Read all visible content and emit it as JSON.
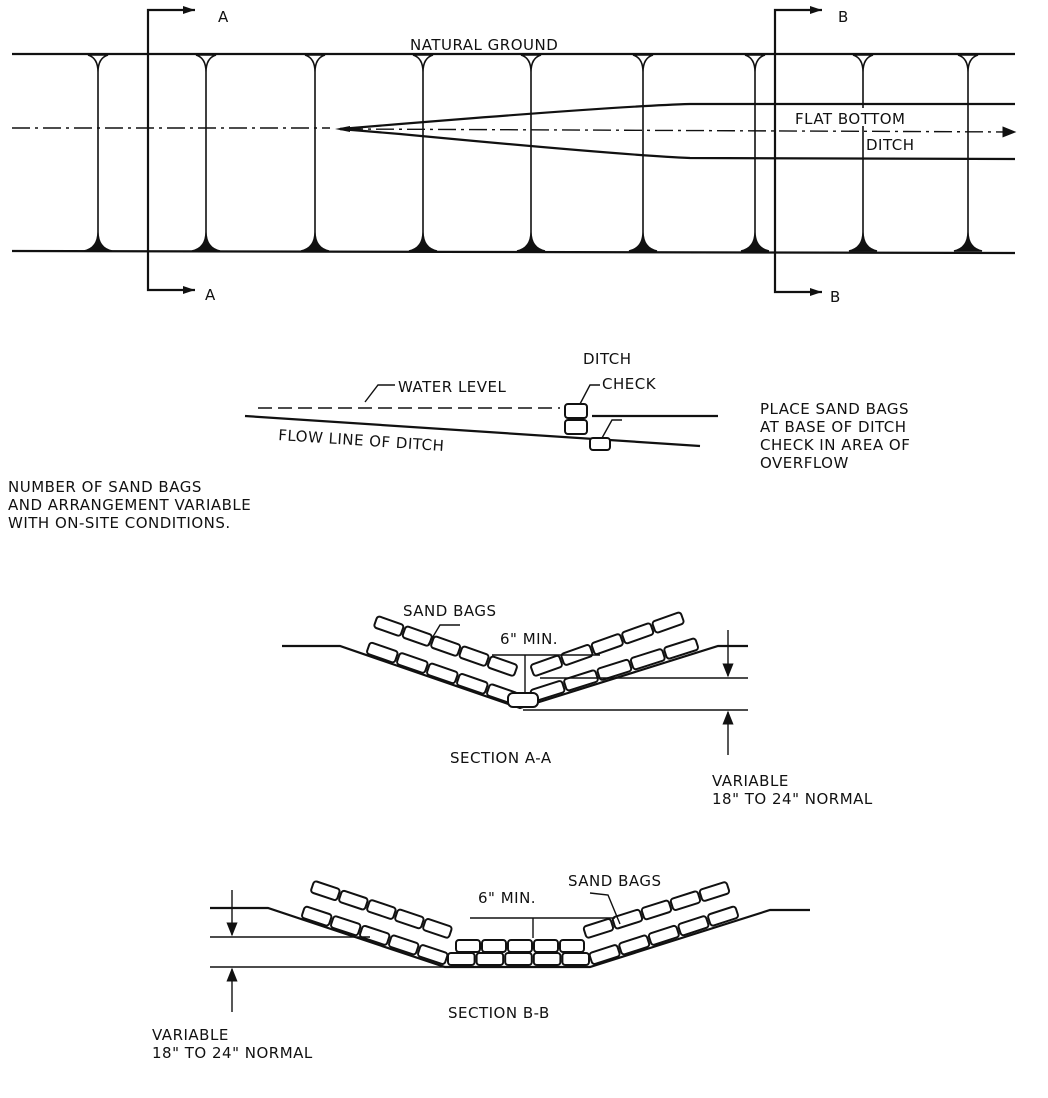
{
  "plan": {
    "natural_ground": "NATURAL GROUND",
    "flat_bottom": "FLAT BOTTOM",
    "ditch": "DITCH",
    "section_a": "A",
    "section_b": "B"
  },
  "profile": {
    "water_level": "WATER LEVEL",
    "ditch_check_1": "DITCH",
    "ditch_check_2": "CHECK",
    "flow_line": "FLOW LINE OF DITCH",
    "note_right": [
      "PLACE SAND BAGS",
      "AT BASE OF DITCH",
      "CHECK IN AREA OF",
      "OVERFLOW"
    ],
    "note_left": [
      "NUMBER OF SAND BAGS",
      "AND ARRANGEMENT VARIABLE",
      "WITH ON-SITE CONDITIONS."
    ]
  },
  "section_aa": {
    "sand_bags": "SAND BAGS",
    "min": "6\" MIN.",
    "title": "SECTION A-A",
    "variable": "VARIABLE",
    "depth": "18\" TO 24\" NORMAL"
  },
  "section_bb": {
    "sand_bags": "SAND BAGS",
    "min": "6\" MIN.",
    "title": "SECTION B-B",
    "variable": "VARIABLE",
    "depth": "18\" TO 24\" NORMAL"
  }
}
